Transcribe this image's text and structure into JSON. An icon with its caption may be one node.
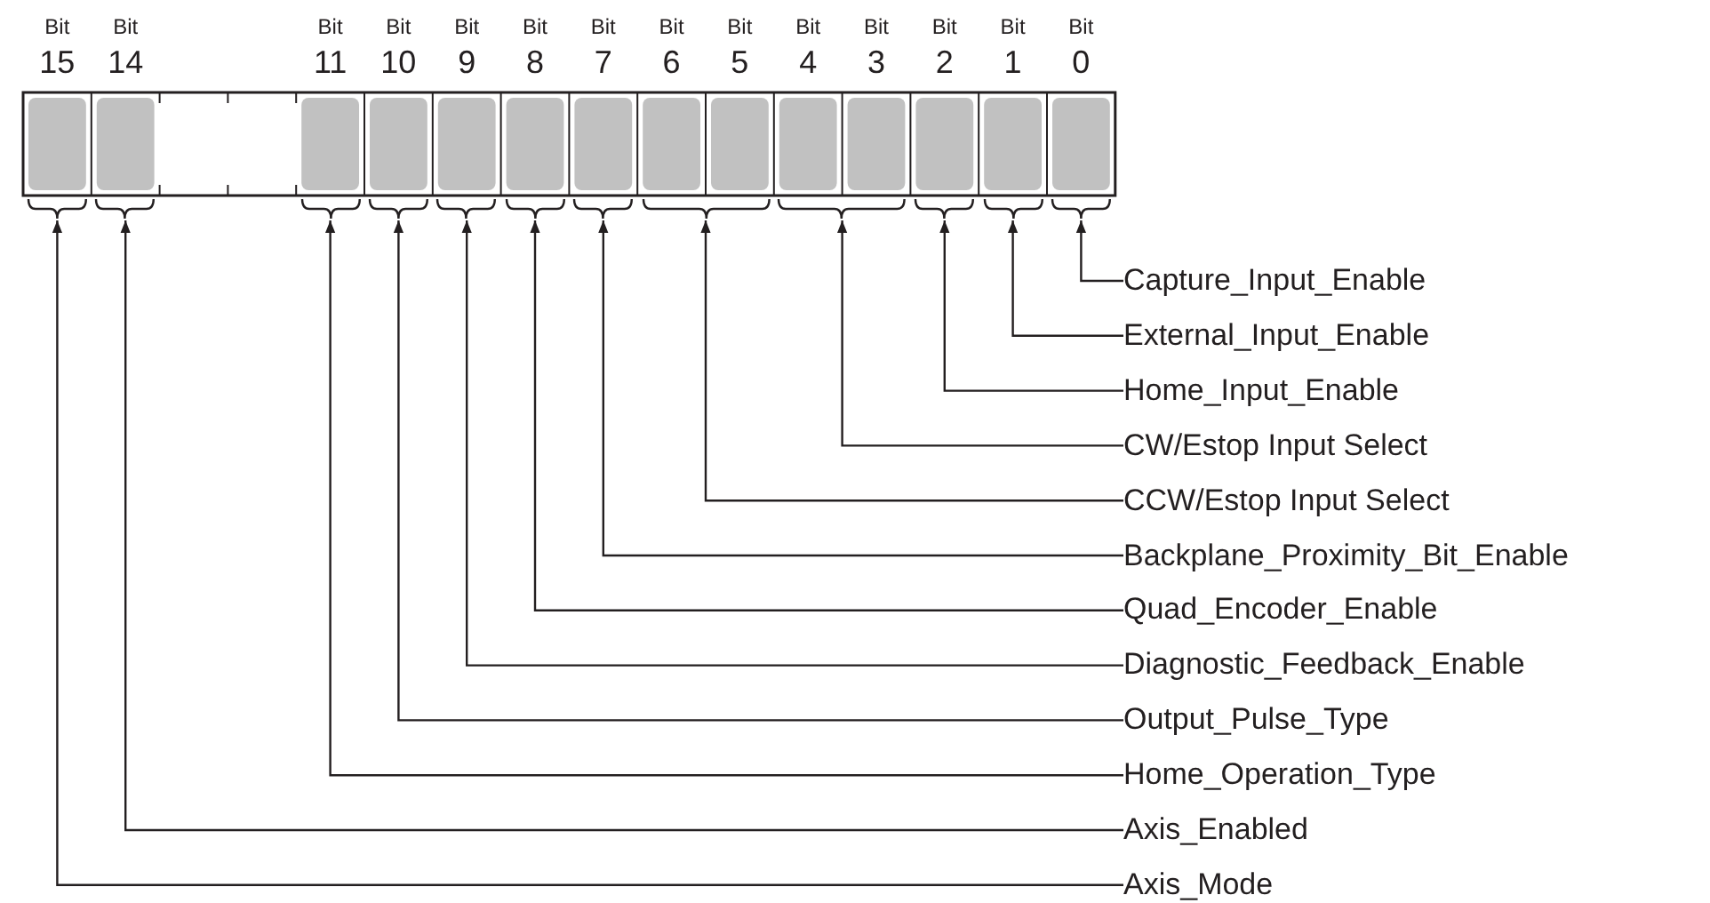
{
  "diagram": {
    "nodes": [
      {
        "text": [],
        "shape": "bracket"
      },
      {
        "text": [],
        "shape": "bracket"
      },
      {
        "text": [],
        "shape": "bracket"
      },
      {
        "text": [],
        "shape": "bracket"
      },
      {
        "text": [],
        "shape": "bracket"
      },
      {
        "text": [],
        "shape": "bracket"
      },
      {
        "text": [],
        "shape": "bracket"
      },
      {
        "text": [],
        "shape": "bracket"
      },
      {
        "text": [],
        "shape": "bracket"
      },
      {
        "text": [],
        "shape": "bracket"
      },
      {
        "text": [],
        "shape": "bracket"
      },
      {
        "text": [],
        "shape": "bracket"
      },
      {
        "text": [
          "Capture_Input_Enable"
        ]
      },
      {
        "text": [
          "External_Input_Enable"
        ]
      },
      {
        "text": [
          "Home_Input_Enable"
        ]
      },
      {
        "text": [
          "CW/Estop Input Select"
        ]
      },
      {
        "text": [
          "CCW/Estop Input Select"
        ]
      },
      {
        "text": [
          "Backplane_Proximity_Bit_Enable"
        ]
      },
      {
        "text": [
          "Quad_Encoder_Enable"
        ]
      },
      {
        "text": [
          "Diagnostic_Feedback_Enable"
        ]
      },
      {
        "text": [
          "Output_Pulse_Type"
        ]
      },
      {
        "text": [
          "Home_Operation_Type"
        ]
      },
      {
        "text": [
          "Axis_Enabled"
        ]
      },
      {
        "text": [
          "Axis_Mode"
        ]
      }
    ],
    "edges": [
      {
        "from": 12,
        "to": 11,
        "arrow": "to"
      },
      {
        "from": 13,
        "to": 10,
        "arrow": "to"
      },
      {
        "from": 14,
        "to": 9,
        "arrow": "to"
      },
      {
        "from": 15,
        "to": 8,
        "arrow": "to"
      },
      {
        "from": 16,
        "to": 7,
        "arrow": "to"
      },
      {
        "from": 17,
        "to": 6,
        "arrow": "to"
      },
      {
        "from": 18,
        "to": 5,
        "arrow": "to"
      },
      {
        "from": 19,
        "to": 4,
        "arrow": "to"
      },
      {
        "from": 20,
        "to": 3,
        "arrow": "to"
      },
      {
        "from": 21,
        "to": 2,
        "arrow": "to"
      },
      {
        "from": 22,
        "to": 1,
        "arrow": "to"
      },
      {
        "from": 23,
        "to": 0,
        "arrow": "to"
      }
    ],
    "labels": [
      "Bit",
      "15",
      "Bit",
      "14",
      "Bit",
      "11",
      "Bit",
      "10",
      "Bit",
      "9",
      "Bit",
      "8",
      "Bit",
      "7",
      "Bit",
      "6",
      "Bit",
      "5",
      "Bit",
      "4",
      "Bit",
      "3",
      "Bit",
      "2",
      "Bit",
      "1",
      "Bit",
      "0"
    ]
  }
}
